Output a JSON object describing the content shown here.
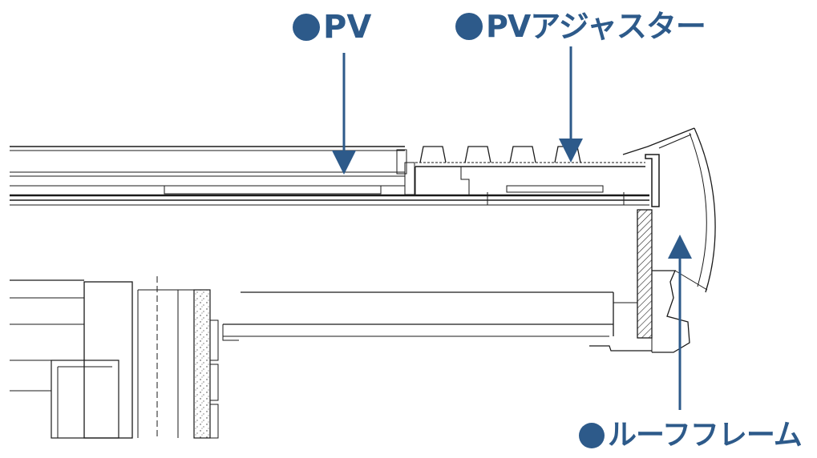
{
  "callouts": {
    "pv": {
      "dot": "●",
      "text": "PV"
    },
    "adjuster": {
      "dot": "●",
      "text": "PVアジャスター"
    },
    "roof_frame": {
      "dot": "●",
      "text": "ルーフフレーム"
    }
  },
  "colors": {
    "accent": "#2d5a8a",
    "line": "#1a1a1a",
    "background": "#ffffff"
  }
}
